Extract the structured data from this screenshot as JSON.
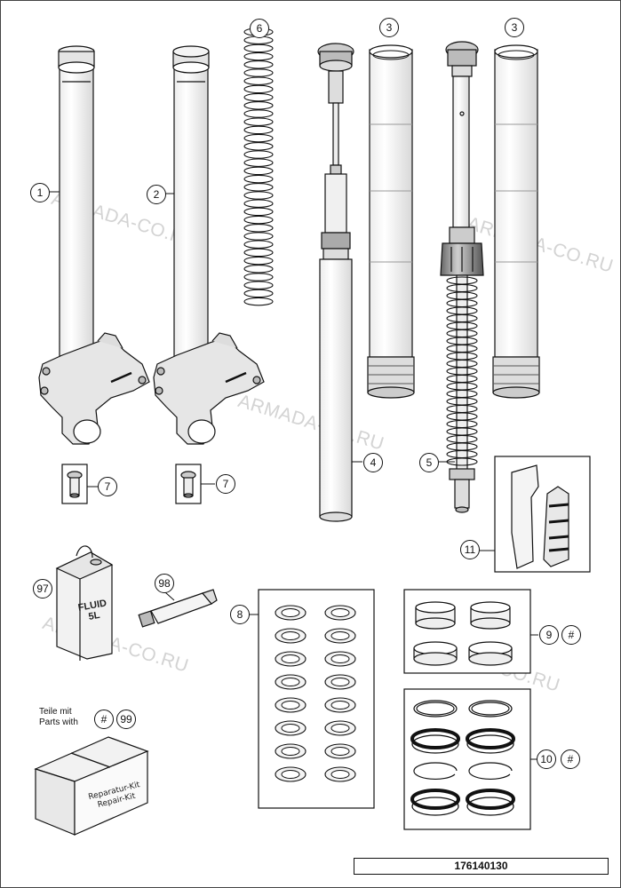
{
  "callouts": {
    "c1": "1",
    "c2": "2",
    "c3a": "3",
    "c3b": "3",
    "c4": "4",
    "c5": "5",
    "c6": "6",
    "c7a": "7",
    "c7b": "7",
    "c8": "8",
    "c9": "9",
    "c9hash": "#",
    "c10": "10",
    "c10hash": "#",
    "c11": "11",
    "c97": "97",
    "c98": "98",
    "c99": "99",
    "c99hash": "#"
  },
  "watermark": "ARMADA-CO.RU",
  "parts_with": {
    "line1": "Teile mit",
    "line2": "Parts with"
  },
  "fluid_can": {
    "line1": "FLUID",
    "line2": "5L"
  },
  "repair_kit": {
    "line1": "Reparatur-Kit",
    "line2": "Repair-Kit"
  },
  "doc_number": "176140130"
}
